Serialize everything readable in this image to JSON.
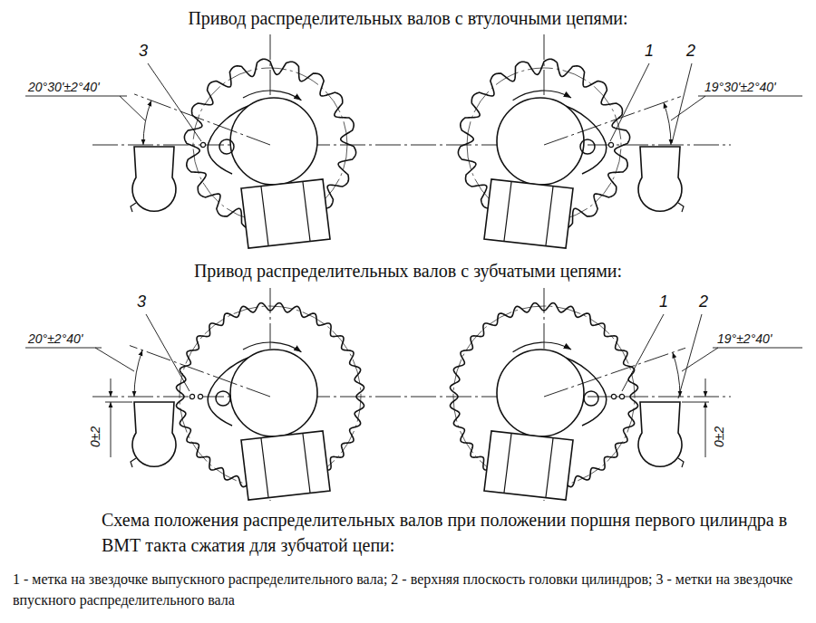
{
  "diagram": {
    "title": "Привод распределительных валов с втулочными цепями:",
    "caption": "Схема положения распределительных валов при положении поршня первого цилиндра в ВМТ такта сжатия для зубчатой цепи:",
    "labels": [
      "Привод распределительных валов с зубчатыми цепями:",
      "3",
      "20°30'±2°40'",
      "1",
      "2",
      "19°30'±2°40'",
      "3",
      "20°±2°40'",
      "0±2",
      "1",
      "2",
      "19°±2°40'",
      "0±2",
      "1 - метка на звездочке выпускного распределительного вала; 2 - верхняя плоскость головки цилиндров; 3 - метки на звездочке впускного распределительного вала"
    ]
  }
}
